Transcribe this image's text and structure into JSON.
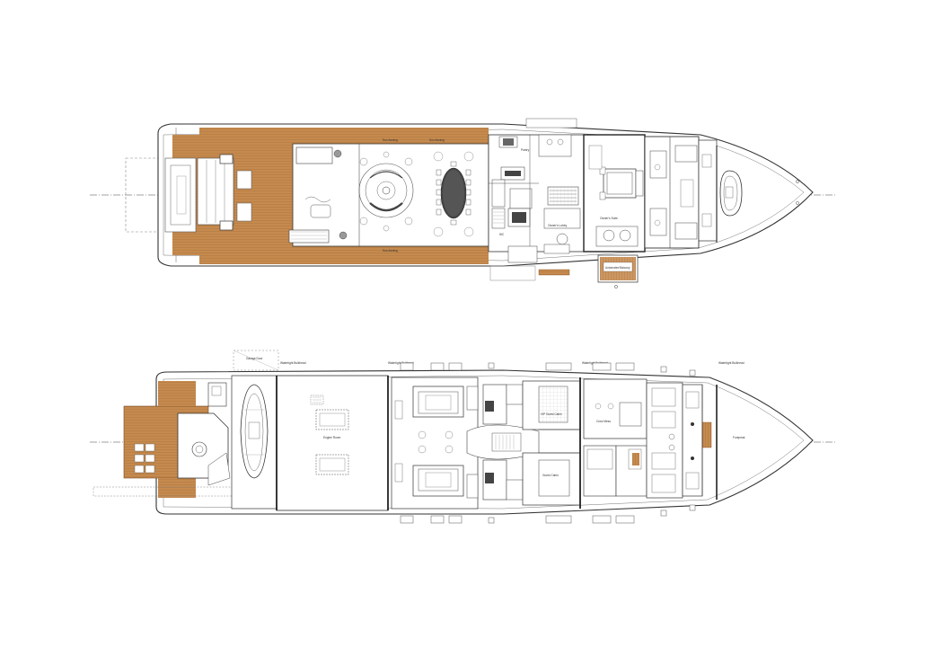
{
  "colors": {
    "teak": "#c58a4e",
    "teak_light": "#d9a56c",
    "line": "#3a3a3a",
    "line_light": "#8a8a8a",
    "bg": "#ffffff"
  },
  "upper_deck": {
    "labels": {
      "panel_top": "Sun Awning",
      "panel_bottom": "Sun Awning",
      "owner_lobby": "Owner's Lobby",
      "owner_suite": "Owner's Suite",
      "pantry": "Pantry",
      "wc": "WC",
      "balcony": "Automated Balcony"
    }
  },
  "lower_deck": {
    "labels": {
      "bulkhead_1": "Watertight Bulkhead",
      "bulkhead_2": "Watertight Bulkhead",
      "bulkhead_3": "Watertight Bulkhead",
      "bulkhead_4": "Watertight Bulkhead",
      "garage_door": "Garage Door",
      "engine_room": "Engine Room",
      "guest_1": "VIP Guest Cabin",
      "guest_2": "Guest Cabin",
      "crew": "Crew Mess",
      "forepeak": "Forepeak"
    }
  }
}
